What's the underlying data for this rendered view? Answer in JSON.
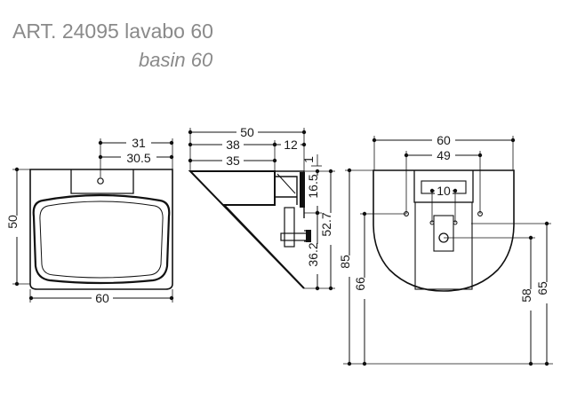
{
  "header": {
    "title": "ART. 24095 lavabo 60",
    "subtitle": "basin 60"
  },
  "front_view": {
    "dims": {
      "top_outer": "31",
      "top_inner": "30.5",
      "height": "50",
      "width": "60"
    }
  },
  "side_view": {
    "dims": {
      "top_depth": "50",
      "depth_38": "38",
      "depth_35": "35",
      "offset_12": "12",
      "small_1": "1",
      "h_16_5": "16.5",
      "h_36_2": "36.2",
      "h_52_7": "52.7"
    }
  },
  "rear_view": {
    "dims": {
      "width": "60",
      "fixing_spacing": "49",
      "center_10": "10",
      "height_85": "85",
      "height_66": "66",
      "height_58": "58",
      "height_65": "65"
    }
  }
}
